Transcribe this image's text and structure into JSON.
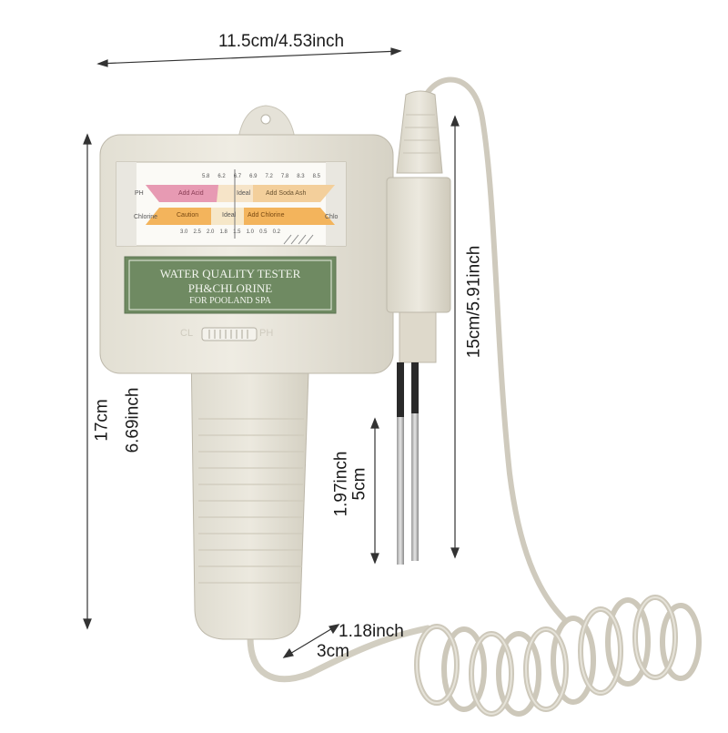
{
  "dimensions": {
    "width": "11.5cm/4.53inch",
    "height_cm": "17cm",
    "height_inch": "6.69inch",
    "probe_housing": "15cm/5.91inch",
    "probe_inch": "1.97inch",
    "probe_cm": "5cm",
    "handle_inch": "1.18inch",
    "handle_cm": "3cm"
  },
  "device": {
    "label_line1": "WATER QUALITY TESTER",
    "label_line2": "PH&CHLORINE",
    "label_line3": "FOR POOLAND SPA",
    "switch_left": "CL",
    "switch_right": "PH",
    "scale": {
      "ph_row_label": "PH",
      "chlorine_row_label": "Chlorine",
      "chlorine_right_label": "Chlo",
      "ph_top_numbers": [
        "5.8",
        "6.2",
        "6.7",
        "6.9",
        "7.2",
        "7.8",
        "8.3",
        "8.5"
      ],
      "chlorine_bottom_numbers": [
        "3.0",
        "2.5",
        "2.0",
        "1.8",
        "1.5",
        "1.0",
        "0.5",
        "0.2"
      ],
      "ph_add_acid": "Add  Acid",
      "ph_ideal": "Ideal",
      "ph_add_soda_ash": "Add  Soda  Ash",
      "cl_caution": "Caution",
      "cl_ideal": "Ideal",
      "cl_add_chlorine": "Add Chlorine"
    }
  },
  "colors": {
    "body": "#e9e6dc",
    "label_panel": "#6f8a62",
    "ph_band": "#e79ab3",
    "chlorine_band": "#f3b45c",
    "cable": "#d9d5c9"
  }
}
